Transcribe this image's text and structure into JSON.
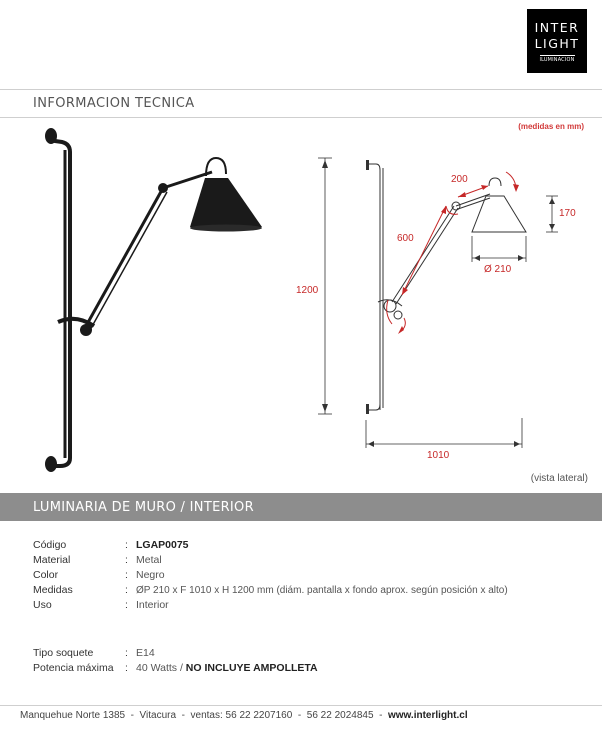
{
  "brand": {
    "line1": "INTER",
    "line2": "LIGHT",
    "line3": "ILUMINACION"
  },
  "tech_title": "INFORMACION TECNICA",
  "measures_note": "(medidas en mm)",
  "dimensions": {
    "arm_upper": "200",
    "arm_lower": "600",
    "height": "1200",
    "shade_height": "170",
    "shade_diameter": "Ø 210",
    "depth": "1010"
  },
  "view_note": "(vista lateral)",
  "section_title": "LUMINARIA DE MURO / INTERIOR",
  "specs": [
    {
      "label": "Código",
      "value": "LGAP0075"
    },
    {
      "label": "Material",
      "value": "Metal"
    },
    {
      "label": "Color",
      "value": "Negro"
    },
    {
      "label": "Medidas",
      "value": "ØP 210 x F 1010 x H 1200 mm (diám. pantalla x fondo aprox. según posición x alto)"
    },
    {
      "label": "Uso",
      "value": "Interior"
    }
  ],
  "specs2": [
    {
      "label": "Tipo soquete",
      "value": "E14"
    },
    {
      "label": "Potencia máxima",
      "value": "40 Watts / ",
      "extra": "NO INCLUYE AMPOLLETA"
    }
  ],
  "colon": ":",
  "footer": {
    "address": "Manquehue Norte 1385",
    "sep1": "-",
    "city": "Vitacura",
    "sep2": "-",
    "sales": "ventas: 56 22 2207160",
    "sep3": "-",
    "phone2": "56 22 2024845",
    "sep4": "-",
    "web": "www.interlight.cl"
  },
  "colors": {
    "accent_red": "#c62828",
    "section_bar": "#8d8d8d",
    "lamp": "#1a1a1a"
  }
}
